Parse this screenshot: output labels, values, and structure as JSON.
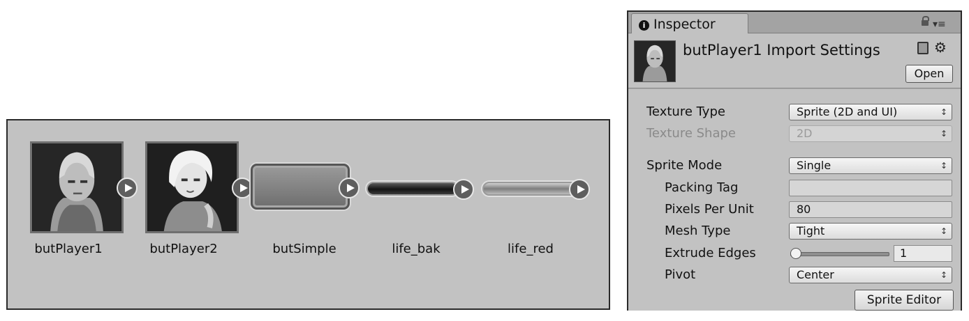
{
  "assets": {
    "items": [
      {
        "name": "butPlayer1",
        "kind": "portrait1"
      },
      {
        "name": "butPlayer2",
        "kind": "portrait2"
      },
      {
        "name": "butSimple",
        "kind": "button"
      },
      {
        "name": "life_bak",
        "kind": "bar-dark"
      },
      {
        "name": "life_red",
        "kind": "bar-light"
      }
    ]
  },
  "inspector": {
    "tab_label": "Inspector",
    "title": "butPlayer1 Import Settings",
    "open_button": "Open",
    "fields": {
      "texture_type": {
        "label": "Texture Type",
        "value": "Sprite (2D and UI)"
      },
      "texture_shape": {
        "label": "Texture Shape",
        "value": "2D"
      },
      "sprite_mode": {
        "label": "Sprite Mode",
        "value": "Single"
      },
      "packing_tag": {
        "label": "Packing Tag",
        "value": ""
      },
      "pixels_per_unit": {
        "label": "Pixels Per Unit",
        "value": "80"
      },
      "mesh_type": {
        "label": "Mesh Type",
        "value": "Tight"
      },
      "extrude_edges": {
        "label": "Extrude Edges",
        "value": "1",
        "slider_fraction": 0.0
      },
      "pivot": {
        "label": "Pivot",
        "value": "Center"
      }
    },
    "sprite_editor_button": "Sprite Editor"
  }
}
